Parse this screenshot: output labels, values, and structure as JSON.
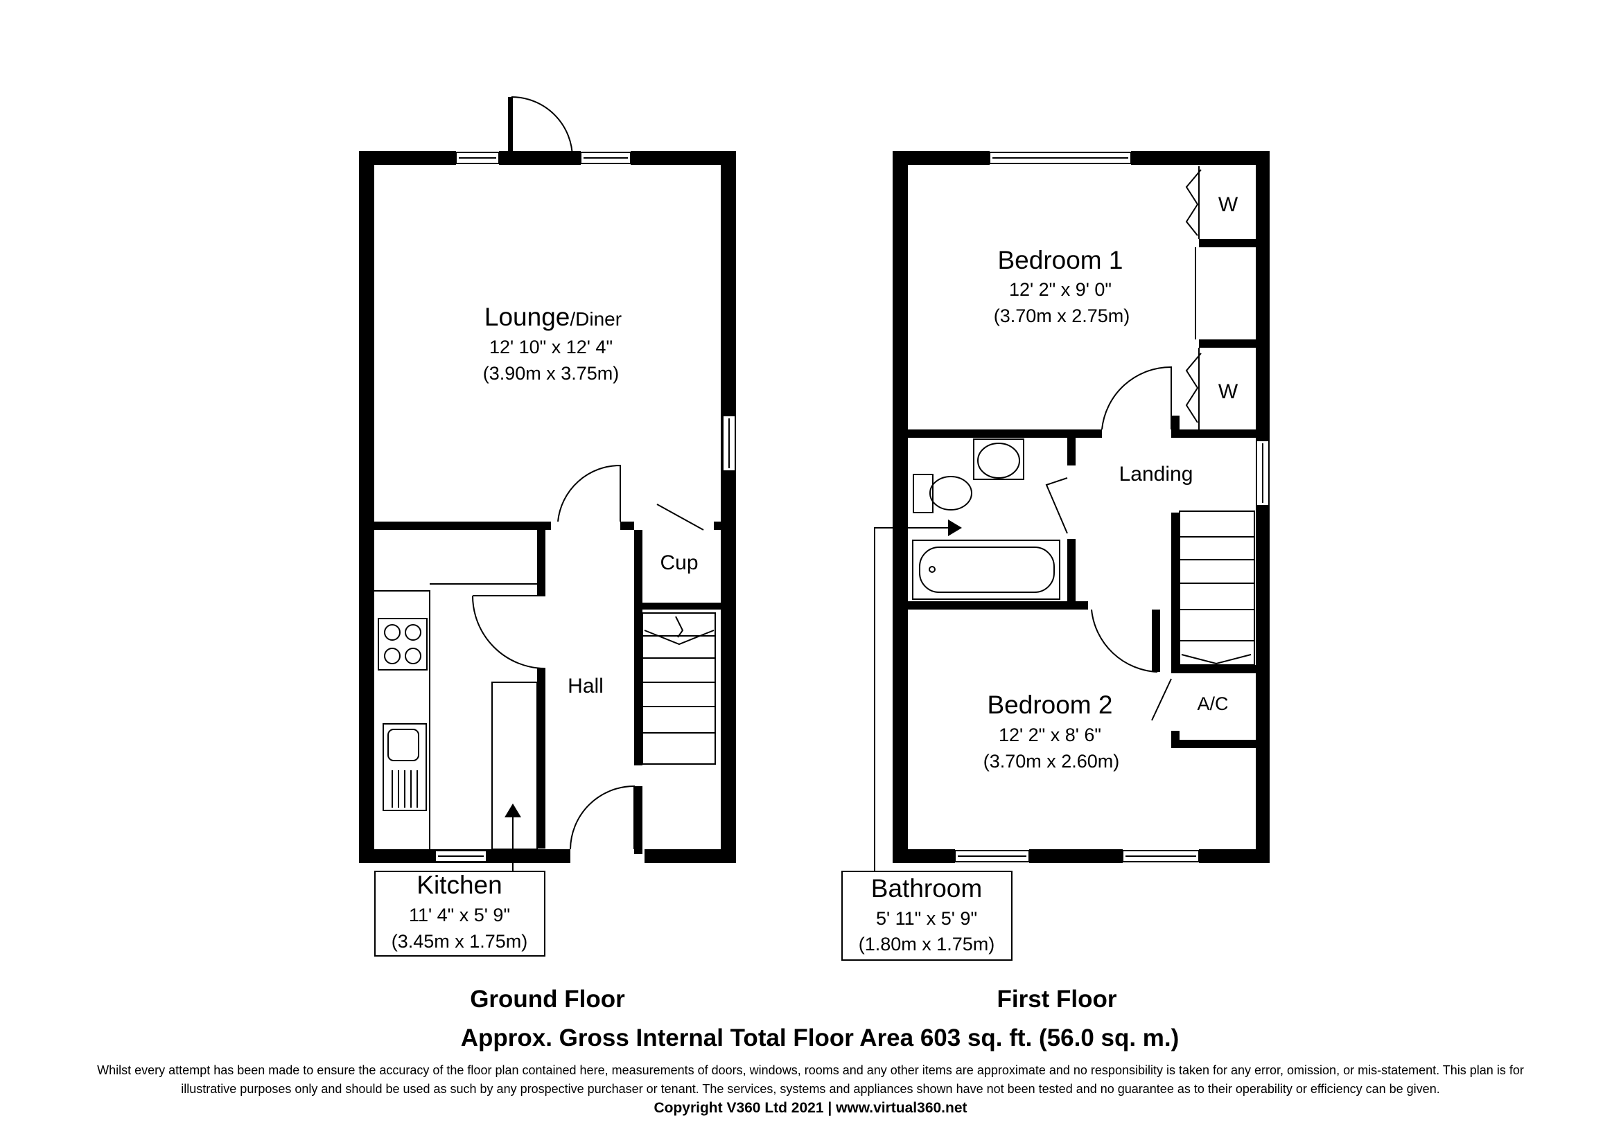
{
  "ground_floor": {
    "title": "Ground Floor",
    "lounge": {
      "name": "Lounge",
      "name_suffix": "/Diner",
      "imperial": "12' 10\" x 12' 4\"",
      "metric": "(3.90m x 3.75m)"
    },
    "hall": {
      "name": "Hall"
    },
    "cupboard": {
      "name": "Cup"
    },
    "kitchen": {
      "name": "Kitchen",
      "imperial": "11' 4\" x 5' 9\"",
      "metric": "(3.45m x 1.75m)"
    }
  },
  "first_floor": {
    "title": "First Floor",
    "bedroom1": {
      "name": "Bedroom 1",
      "imperial": "12' 2\" x 9' 0\"",
      "metric": "(3.70m x 2.75m)"
    },
    "bedroom2": {
      "name": "Bedroom 2",
      "imperial": "12' 2\" x 8' 6\"",
      "metric": "(3.70m x 2.60m)"
    },
    "landing": {
      "name": "Landing"
    },
    "wardrobe_label": "W",
    "airing_cupboard": {
      "name": "A/C"
    },
    "bathroom": {
      "name": "Bathroom",
      "imperial": "5' 11\" x 5' 9\"",
      "metric": "(1.80m x 1.75m)"
    }
  },
  "total_area": "Approx. Gross Internal Total Floor Area 603 sq. ft. (56.0 sq. m.)",
  "disclaimer_line1": "Whilst every attempt has been made to ensure the accuracy of the floor plan contained here, measurements of doors, windows, rooms and any other items are approximate and no responsibility is taken for any error, omission, or mis-statement. This plan is for",
  "disclaimer_line2": "illustrative purposes only and should be used as such by any prospective purchaser or tenant. The services, systems and appliances shown have not been tested and no guarantee as to their operability or efficiency can be given.",
  "copyright": "Copyright V360 Ltd 2021 | www.virtual360.net"
}
